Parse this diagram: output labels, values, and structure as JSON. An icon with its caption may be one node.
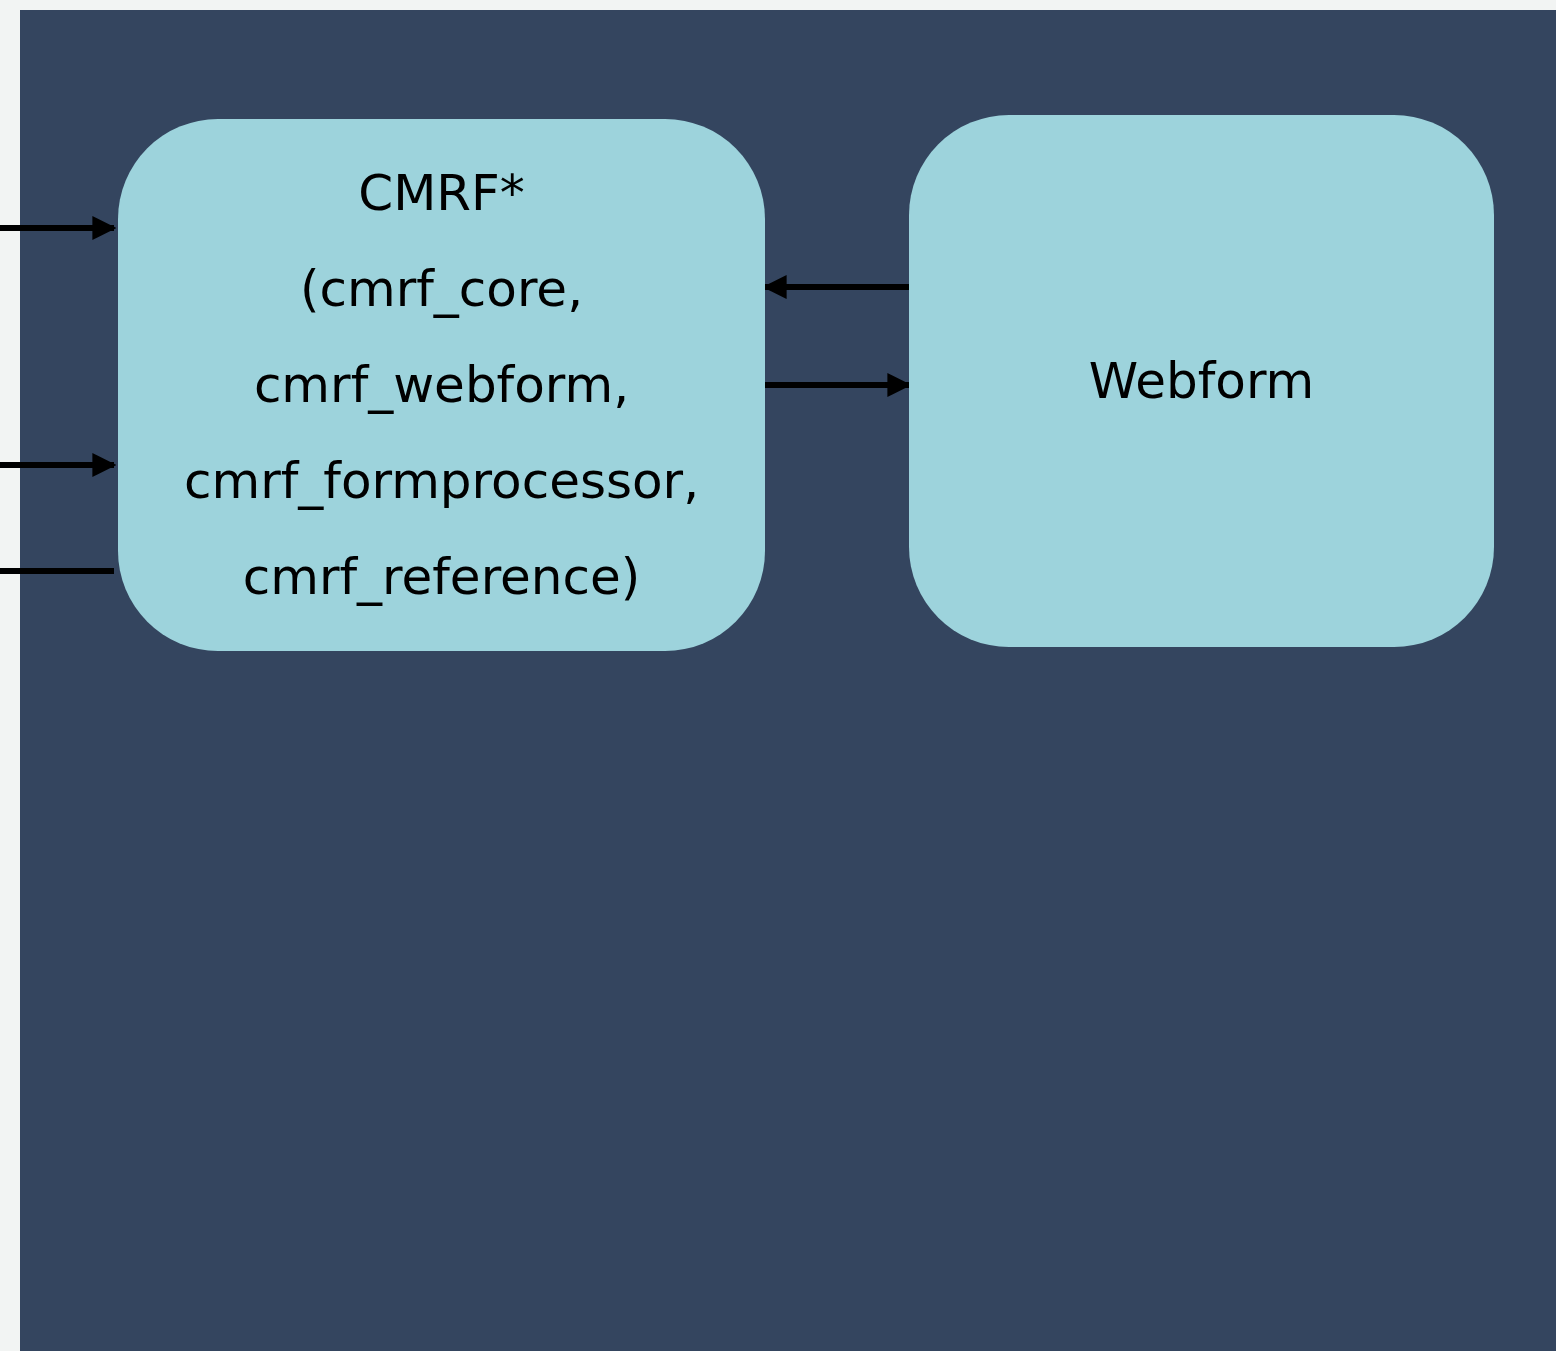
{
  "diagram": {
    "nodes": [
      {
        "text": [
          "CMRF*",
          "(cmrf_core, cmrf_webform, cmrf_formprocessor, cmrf_reference)"
        ]
      },
      {
        "text": [
          "Webform"
        ]
      }
    ],
    "edges": [
      {
        "from": null,
        "to": 0,
        "arrow": "to"
      },
      {
        "from": 1,
        "to": 0,
        "arrow": "to"
      },
      {
        "from": 0,
        "to": 1,
        "arrow": "to"
      },
      {
        "from": null,
        "to": 0,
        "arrow": "to"
      },
      {
        "from": null,
        "to": 0,
        "arrow": "none"
      }
    ]
  }
}
